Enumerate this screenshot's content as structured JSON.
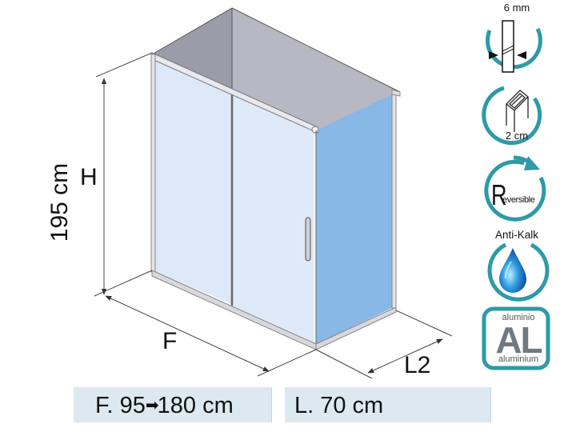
{
  "diagram": {
    "subject": "sliding-door shower enclosure with fixed side panel",
    "dimensions": {
      "height_symbol": "H",
      "height_value": "195 cm",
      "front_symbol": "F",
      "side_symbol": "L2"
    },
    "specs": {
      "front_prefix": "F. 95",
      "front_arrow": "➡",
      "front_suffix": "180 cm",
      "side": "L. 70 cm"
    },
    "badges": [
      {
        "id": "glass-thickness",
        "caption": "6 mm",
        "icon": "glass-thickness-icon"
      },
      {
        "id": "adjustment",
        "caption": "2 cm",
        "icon": "profile-adjustment-icon"
      },
      {
        "id": "reversible",
        "letter": "R",
        "caption": "eversible",
        "icon": "reversible-arrow-icon"
      },
      {
        "id": "anti-kalk",
        "caption": "Anti-Kalk",
        "icon": "water-drop-icon"
      },
      {
        "id": "aluminium",
        "top": "aluminio",
        "main": "AL",
        "bottom": "aluminium",
        "icon": "aluminium-icon"
      }
    ],
    "colors": {
      "badge_teal": "#2e9aa7",
      "front_glass": "#dce9f8",
      "side_glass": "#88b8e6",
      "top_face": "#b6b6c2",
      "back_wall": "#9a9aa6",
      "spec_box": "#dde9f1"
    }
  }
}
